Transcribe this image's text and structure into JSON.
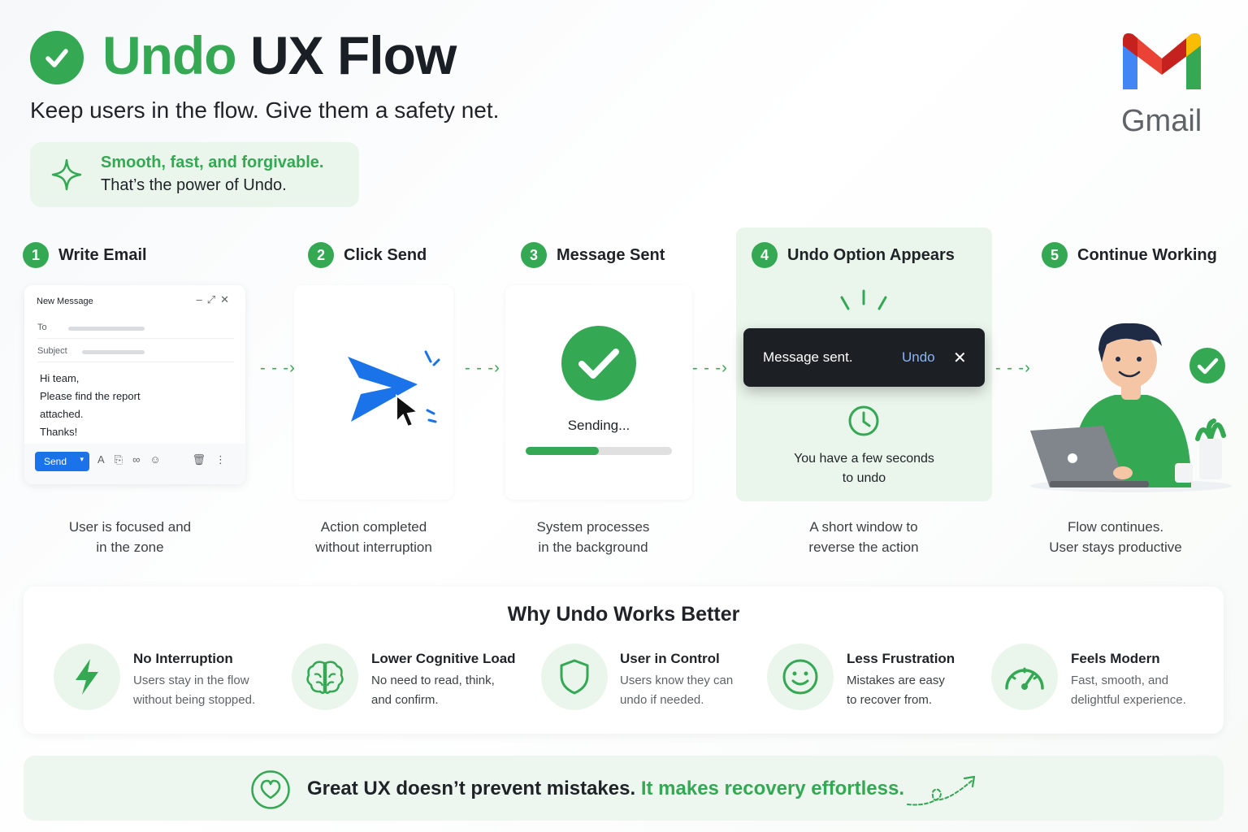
{
  "header": {
    "title_green": "Undo",
    "title_dark": "UX Flow",
    "subtitle": "Keep users in the flow. Give them a safety net.",
    "tagline_line1": "Smooth, fast, and forgivable.",
    "tagline_line2": "That’s the power of Undo.",
    "brand": "Gmail"
  },
  "steps": [
    {
      "num": "1",
      "title": "Write Email",
      "caption1": "User is focused and",
      "caption2": "in the zone"
    },
    {
      "num": "2",
      "title": "Click Send",
      "caption1": "Action completed",
      "caption2": "without interruption"
    },
    {
      "num": "3",
      "title": "Message Sent",
      "caption1": "System processes",
      "caption2": "in the background"
    },
    {
      "num": "4",
      "title": "Undo Option Appears",
      "caption1": "A short window to",
      "caption2": "reverse the action"
    },
    {
      "num": "5",
      "title": "Continue Working",
      "caption1": "Flow continues.",
      "caption2": "User stays productive"
    }
  ],
  "compose": {
    "header": "New Message",
    "to_label": "To",
    "subject_label": "Subject",
    "body_line1": "Hi team,",
    "body_line2": "Please find the report",
    "body_line3": "attached.",
    "body_line4": "Thanks!",
    "send_label": "Send"
  },
  "sending": {
    "label": "Sending...",
    "progress": 0.5
  },
  "toast": {
    "message": "Message sent.",
    "undo_label": "Undo",
    "close_glyph": "✕"
  },
  "undo_window": {
    "line1": "You have a few seconds",
    "line2": "to undo"
  },
  "why": {
    "title": "Why Undo Works Better",
    "features": [
      {
        "title": "No Interruption",
        "desc1": "Users stay in the flow",
        "desc2": "without being stopped."
      },
      {
        "title": "Lower Cognitive Load",
        "desc1": "No need to read, think,",
        "desc2": "and confirm."
      },
      {
        "title": "User in Control",
        "desc1": "Users know they can",
        "desc2": "undo if needed."
      },
      {
        "title": "Less Frustration",
        "desc1": "Mistakes are easy",
        "desc2": "to recover from."
      },
      {
        "title": "Feels Modern",
        "desc1": "Fast, smooth, and",
        "desc2": "delightful experience."
      }
    ]
  },
  "banner": {
    "text_dark": "Great UX doesn’t prevent mistakes.",
    "text_green": "It makes recovery effortless."
  },
  "colors": {
    "accent_green": "#34a853",
    "light_green": "#eaf6ec",
    "send_blue": "#1a73e8",
    "toast_bg": "#1c1f23",
    "undo_link": "#8ab4f8"
  }
}
